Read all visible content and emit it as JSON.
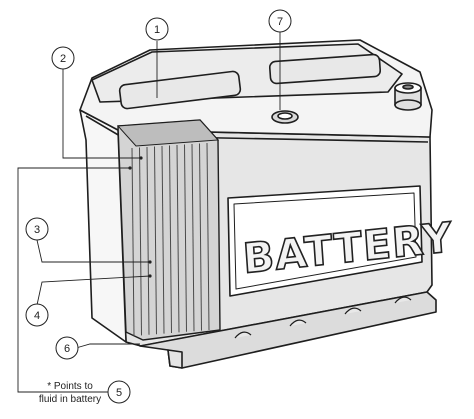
{
  "diagram": {
    "brand_label": "BATTERY",
    "note": {
      "line1": "* Points to",
      "line2": "fluid in battery"
    },
    "callouts": [
      {
        "number": "1"
      },
      {
        "number": "2"
      },
      {
        "number": "3"
      },
      {
        "number": "4"
      },
      {
        "number": "5"
      },
      {
        "number": "6"
      },
      {
        "number": "7"
      }
    ]
  }
}
